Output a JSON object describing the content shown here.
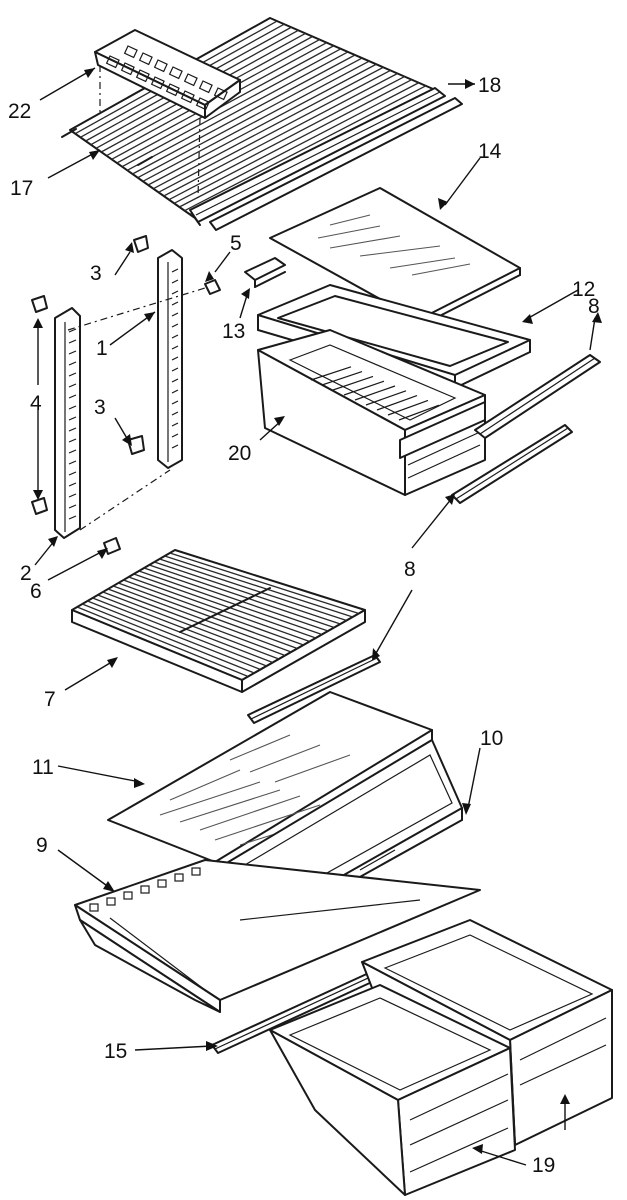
{
  "diagram": {
    "callouts": [
      {
        "id": "c22",
        "text": "22"
      },
      {
        "id": "c18",
        "text": "18"
      },
      {
        "id": "c17",
        "text": "17"
      },
      {
        "id": "c14",
        "text": "14"
      },
      {
        "id": "c5",
        "text": "5"
      },
      {
        "id": "c3a",
        "text": "3"
      },
      {
        "id": "c13",
        "text": "13"
      },
      {
        "id": "c12",
        "text": "12"
      },
      {
        "id": "c8a",
        "text": "8"
      },
      {
        "id": "c1",
        "text": "1"
      },
      {
        "id": "c4",
        "text": "4"
      },
      {
        "id": "c3b",
        "text": "3"
      },
      {
        "id": "c20",
        "text": "20"
      },
      {
        "id": "c2",
        "text": "2"
      },
      {
        "id": "c6",
        "text": "6"
      },
      {
        "id": "c8b",
        "text": "8"
      },
      {
        "id": "c7",
        "text": "7"
      },
      {
        "id": "c10",
        "text": "10"
      },
      {
        "id": "c11",
        "text": "11"
      },
      {
        "id": "c9",
        "text": "9"
      },
      {
        "id": "c15",
        "text": "15"
      },
      {
        "id": "c19",
        "text": "19"
      }
    ]
  }
}
